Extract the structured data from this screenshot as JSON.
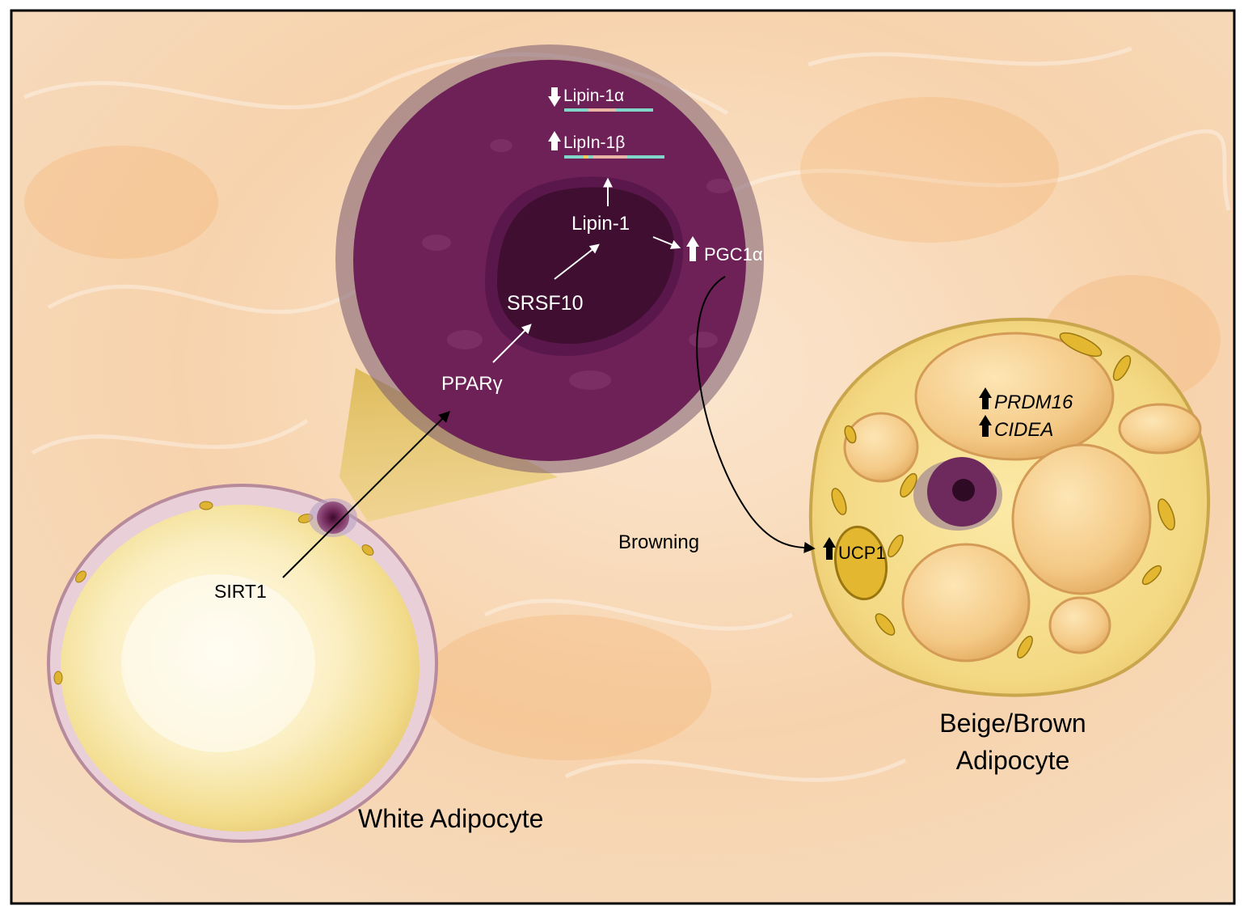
{
  "labels": {
    "lipin1a": "Lipin-1α",
    "lipin1b": "LipIn-1β",
    "lipin1": "Lipin-1",
    "pgc1a": "PGC1α",
    "srsf10": "SRSF10",
    "ppary": "PPARγ",
    "sirt1": "SIRT1",
    "browning": "Browning",
    "prdm16": "PRDM16",
    "cidea": "CIDEA",
    "ucp1": "UCP1",
    "white_adipocyte": "White Adipocyte",
    "beige_line1": "Beige/Brown",
    "beige_line2": "Adipocyte"
  },
  "icons": {
    "down": "down-arrow-icon",
    "up": "up-arrow-icon"
  },
  "colors": {
    "nucleus_outer": "#6e2157",
    "nucleus_inner": "#3f0e31",
    "cell_yellow": "#f2d77a",
    "lipid_orange": "#f0c27a",
    "mito": "#d4a520",
    "arrow_black": "#000000",
    "arrow_white": "#ffffff"
  }
}
